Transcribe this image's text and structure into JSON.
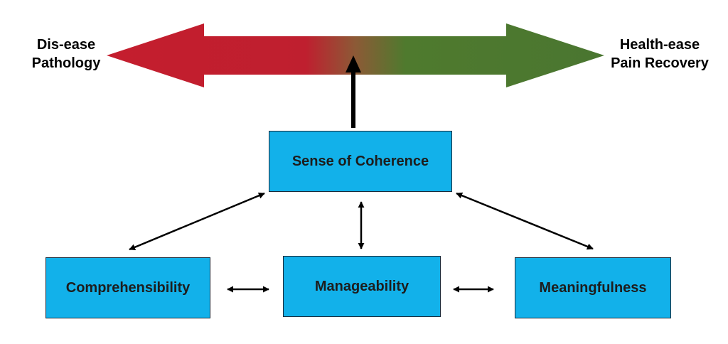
{
  "poles": {
    "left": {
      "line1": "Dis-ease",
      "line2": "Pathology"
    },
    "right": {
      "line1": "Health-ease",
      "line2": "Pain Recovery"
    }
  },
  "colors": {
    "dis_ease": "#c41e2e",
    "health_ease": "#4f7a2e",
    "box_fill": "#12b1ea"
  },
  "nodes": {
    "sense_of_coherence": "Sense of Coherence",
    "comprehensibility": "Comprehensibility",
    "manageability": "Manageability",
    "meaningfulness": "Meaningfulness"
  }
}
